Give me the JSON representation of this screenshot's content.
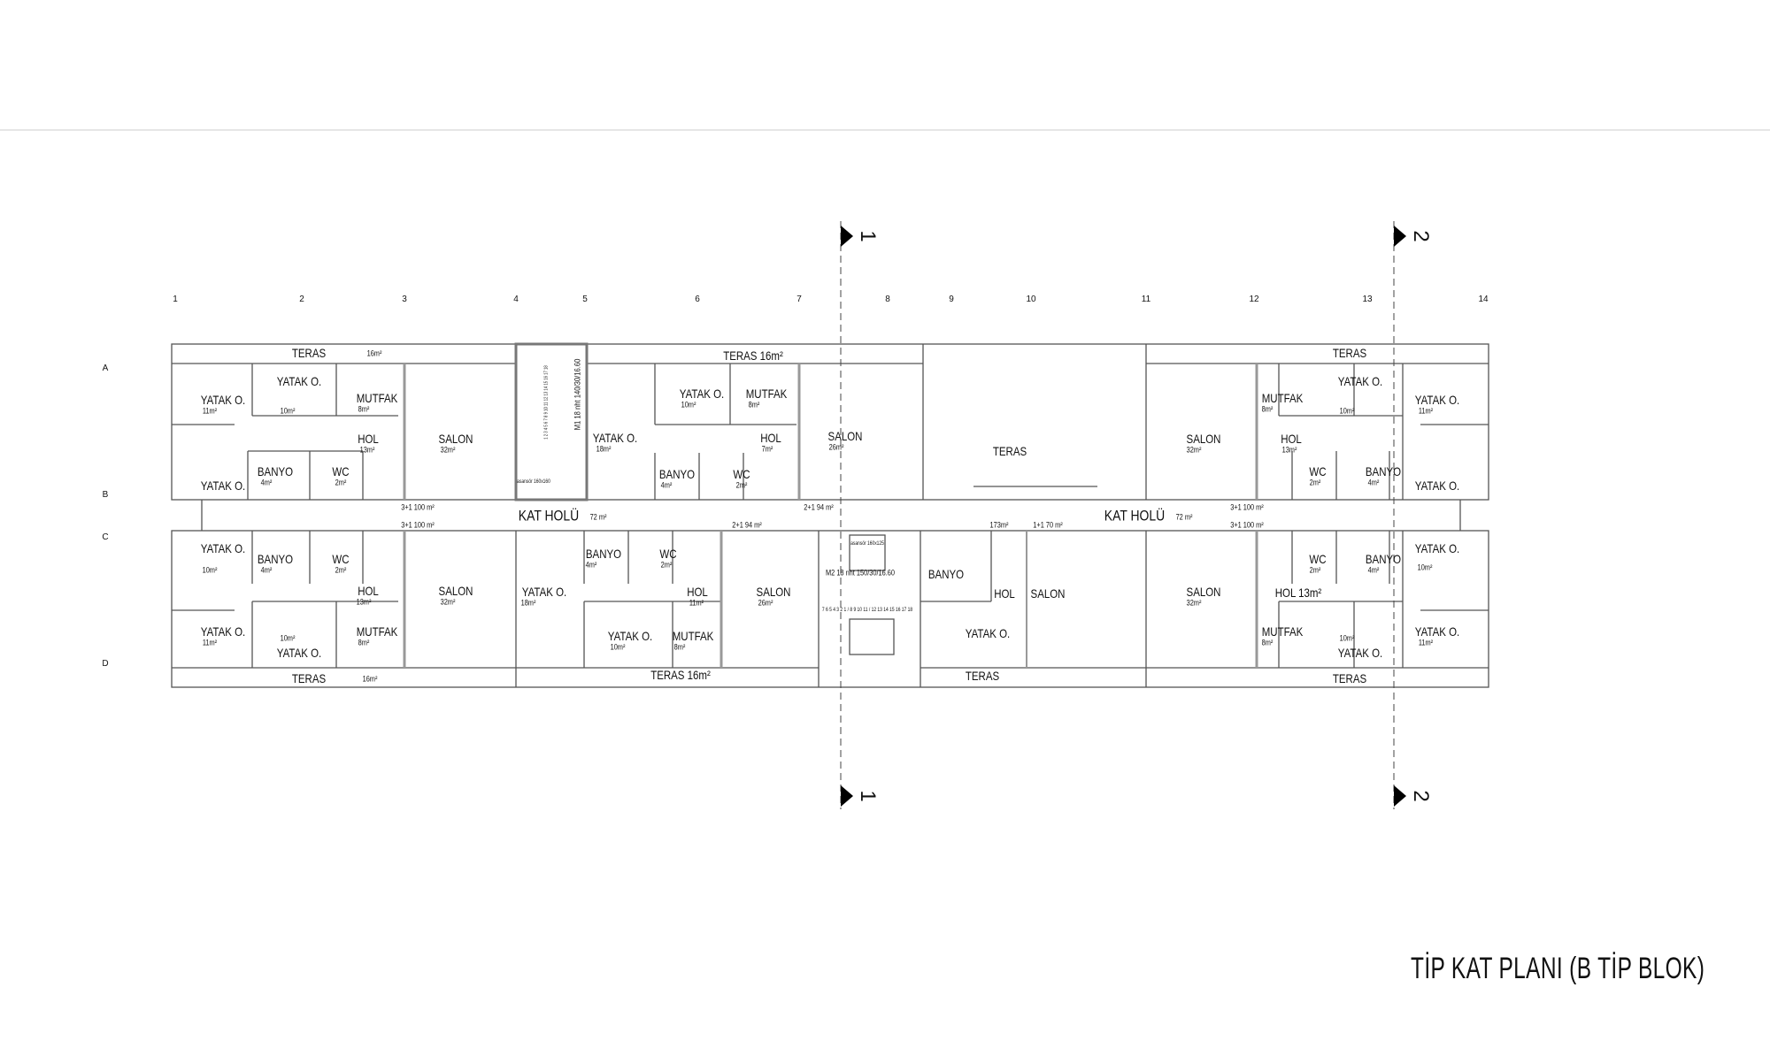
{
  "title": "TİP KAT PLANI (B TİP BLOK)",
  "grid_axes": {
    "columns": [
      "1",
      "2",
      "3",
      "4",
      "5",
      "6",
      "7",
      "8",
      "9",
      "10",
      "11",
      "12",
      "13",
      "14"
    ],
    "rows": [
      "A",
      "B",
      "C",
      "D"
    ]
  },
  "section_marks": [
    "1",
    "1",
    "2",
    "2"
  ],
  "stairs": {
    "m1": "M1 18 nht 140/30/16.60",
    "m1_steps": "1 2 3 4 5 6 7 8 9 10 11 12 13 14 15 16 17 18",
    "m2": "M2 18 nht 150/30/16.60",
    "m2_steps": "7 6 5 4 3 2 1 / 8 9 10 11 / 12 13 14 15 16 17 18",
    "elevator1": "asansör 160x160",
    "elevator2": "asansör 160x125"
  },
  "room_labels": [
    "TERAS",
    "16m²",
    "YATAK O.",
    "11m²",
    "YATAK O.",
    "10m²",
    "MUTFAK",
    "8m²",
    "HOL",
    "13m²",
    "SALON",
    "32m²",
    "BANYO",
    "4m²",
    "WC",
    "2m²",
    "YATAK O.",
    "3+1 100 m²",
    "TERAS 16m²",
    "YATAK O.",
    "10m²",
    "MUTFAK",
    "8m²",
    "YATAK O.",
    "18m²",
    "HOL",
    "7m²",
    "SALON",
    "26m²",
    "BANYO",
    "4m²",
    "WC",
    "2m²",
    "2+1 94 m²",
    "TERAS",
    "TERAS",
    "MUTFAK",
    "8m²",
    "YATAK O.",
    "10m²",
    "YATAK O.",
    "11m²",
    "SALON",
    "32m²",
    "HOL",
    "13m²",
    "WC",
    "2m²",
    "BANYO",
    "4m²",
    "YATAK O.",
    "3+1 100 m²",
    "KAT HOLÜ",
    "72 m²",
    "KAT HOLÜ",
    "72 m²",
    "3+1 100 m²",
    "YATAK O.",
    "10m²",
    "BANYO",
    "4m²",
    "WC",
    "2m²",
    "HOL",
    "13m²",
    "SALON",
    "32m²",
    "YATAK O.",
    "11m²",
    "YATAK O.",
    "10m²",
    "MUTFAK",
    "8m²",
    "TERAS",
    "16m²",
    "2+1 94 m²",
    "BANYO",
    "4m²",
    "WC",
    "2m²",
    "YATAK O.",
    "18m²",
    "HOL",
    "11m²",
    "SALON",
    "26m²",
    "YATAK O.",
    "10m²",
    "MUTFAK",
    "8m²",
    "TERAS 16m²",
    "173m²",
    "1+1 70 m²",
    "BANYO",
    "HOL",
    "SALON",
    "YATAK O.",
    "TERAS",
    "3+1 100 m²",
    "WC",
    "2m²",
    "BANYO",
    "4m²",
    "YATAK O.",
    "10m²",
    "SALON",
    "32m²",
    "HOL 13m²",
    "MUTFAK",
    "8m²",
    "YATAK O.",
    "10m²",
    "YATAK O.",
    "11m²",
    "TERAS"
  ]
}
